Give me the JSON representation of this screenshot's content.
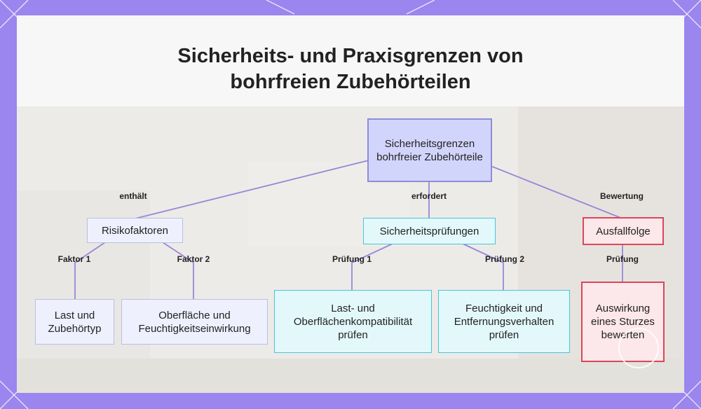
{
  "title_line1": "Sicherheits- und Praxisgrenzen von",
  "title_line2": "bohrfreien Zubehörteilen",
  "nodes": {
    "root": "Sicherheitsgrenzen bohrfreier Zubehörteile",
    "risiko": "Risikofaktoren",
    "pruefungen": "Sicherheitsprüfungen",
    "ausfall": "Ausfallfolge",
    "last_typ": "Last und Zubehörtyp",
    "oberflaeche": "Oberfläche und Feuchtigkeitseinwirkung",
    "last_pruefen": "Last- und Oberflächenkompatibilität prüfen",
    "feuchtigkeit_pruefen": "Feuchtigkeit und Entfernungsverhalten prüfen",
    "auswirkung": "Auswirkung eines Sturzes bewerten"
  },
  "edges": {
    "enthaelt": "enthält",
    "erfordert": "erfordert",
    "bewertung": "Bewertung",
    "faktor1": "Faktor 1",
    "faktor2": "Faktor 2",
    "pruefung1": "Prüfung 1",
    "pruefung2": "Prüfung 2",
    "pruefung": "Prüfung"
  },
  "colors": {
    "frame": "#9a86ee",
    "connector": "#9b86d8",
    "root_fill": "#d2d5fb",
    "cyan_border": "#49c6d6",
    "red_border": "#d9475a"
  }
}
